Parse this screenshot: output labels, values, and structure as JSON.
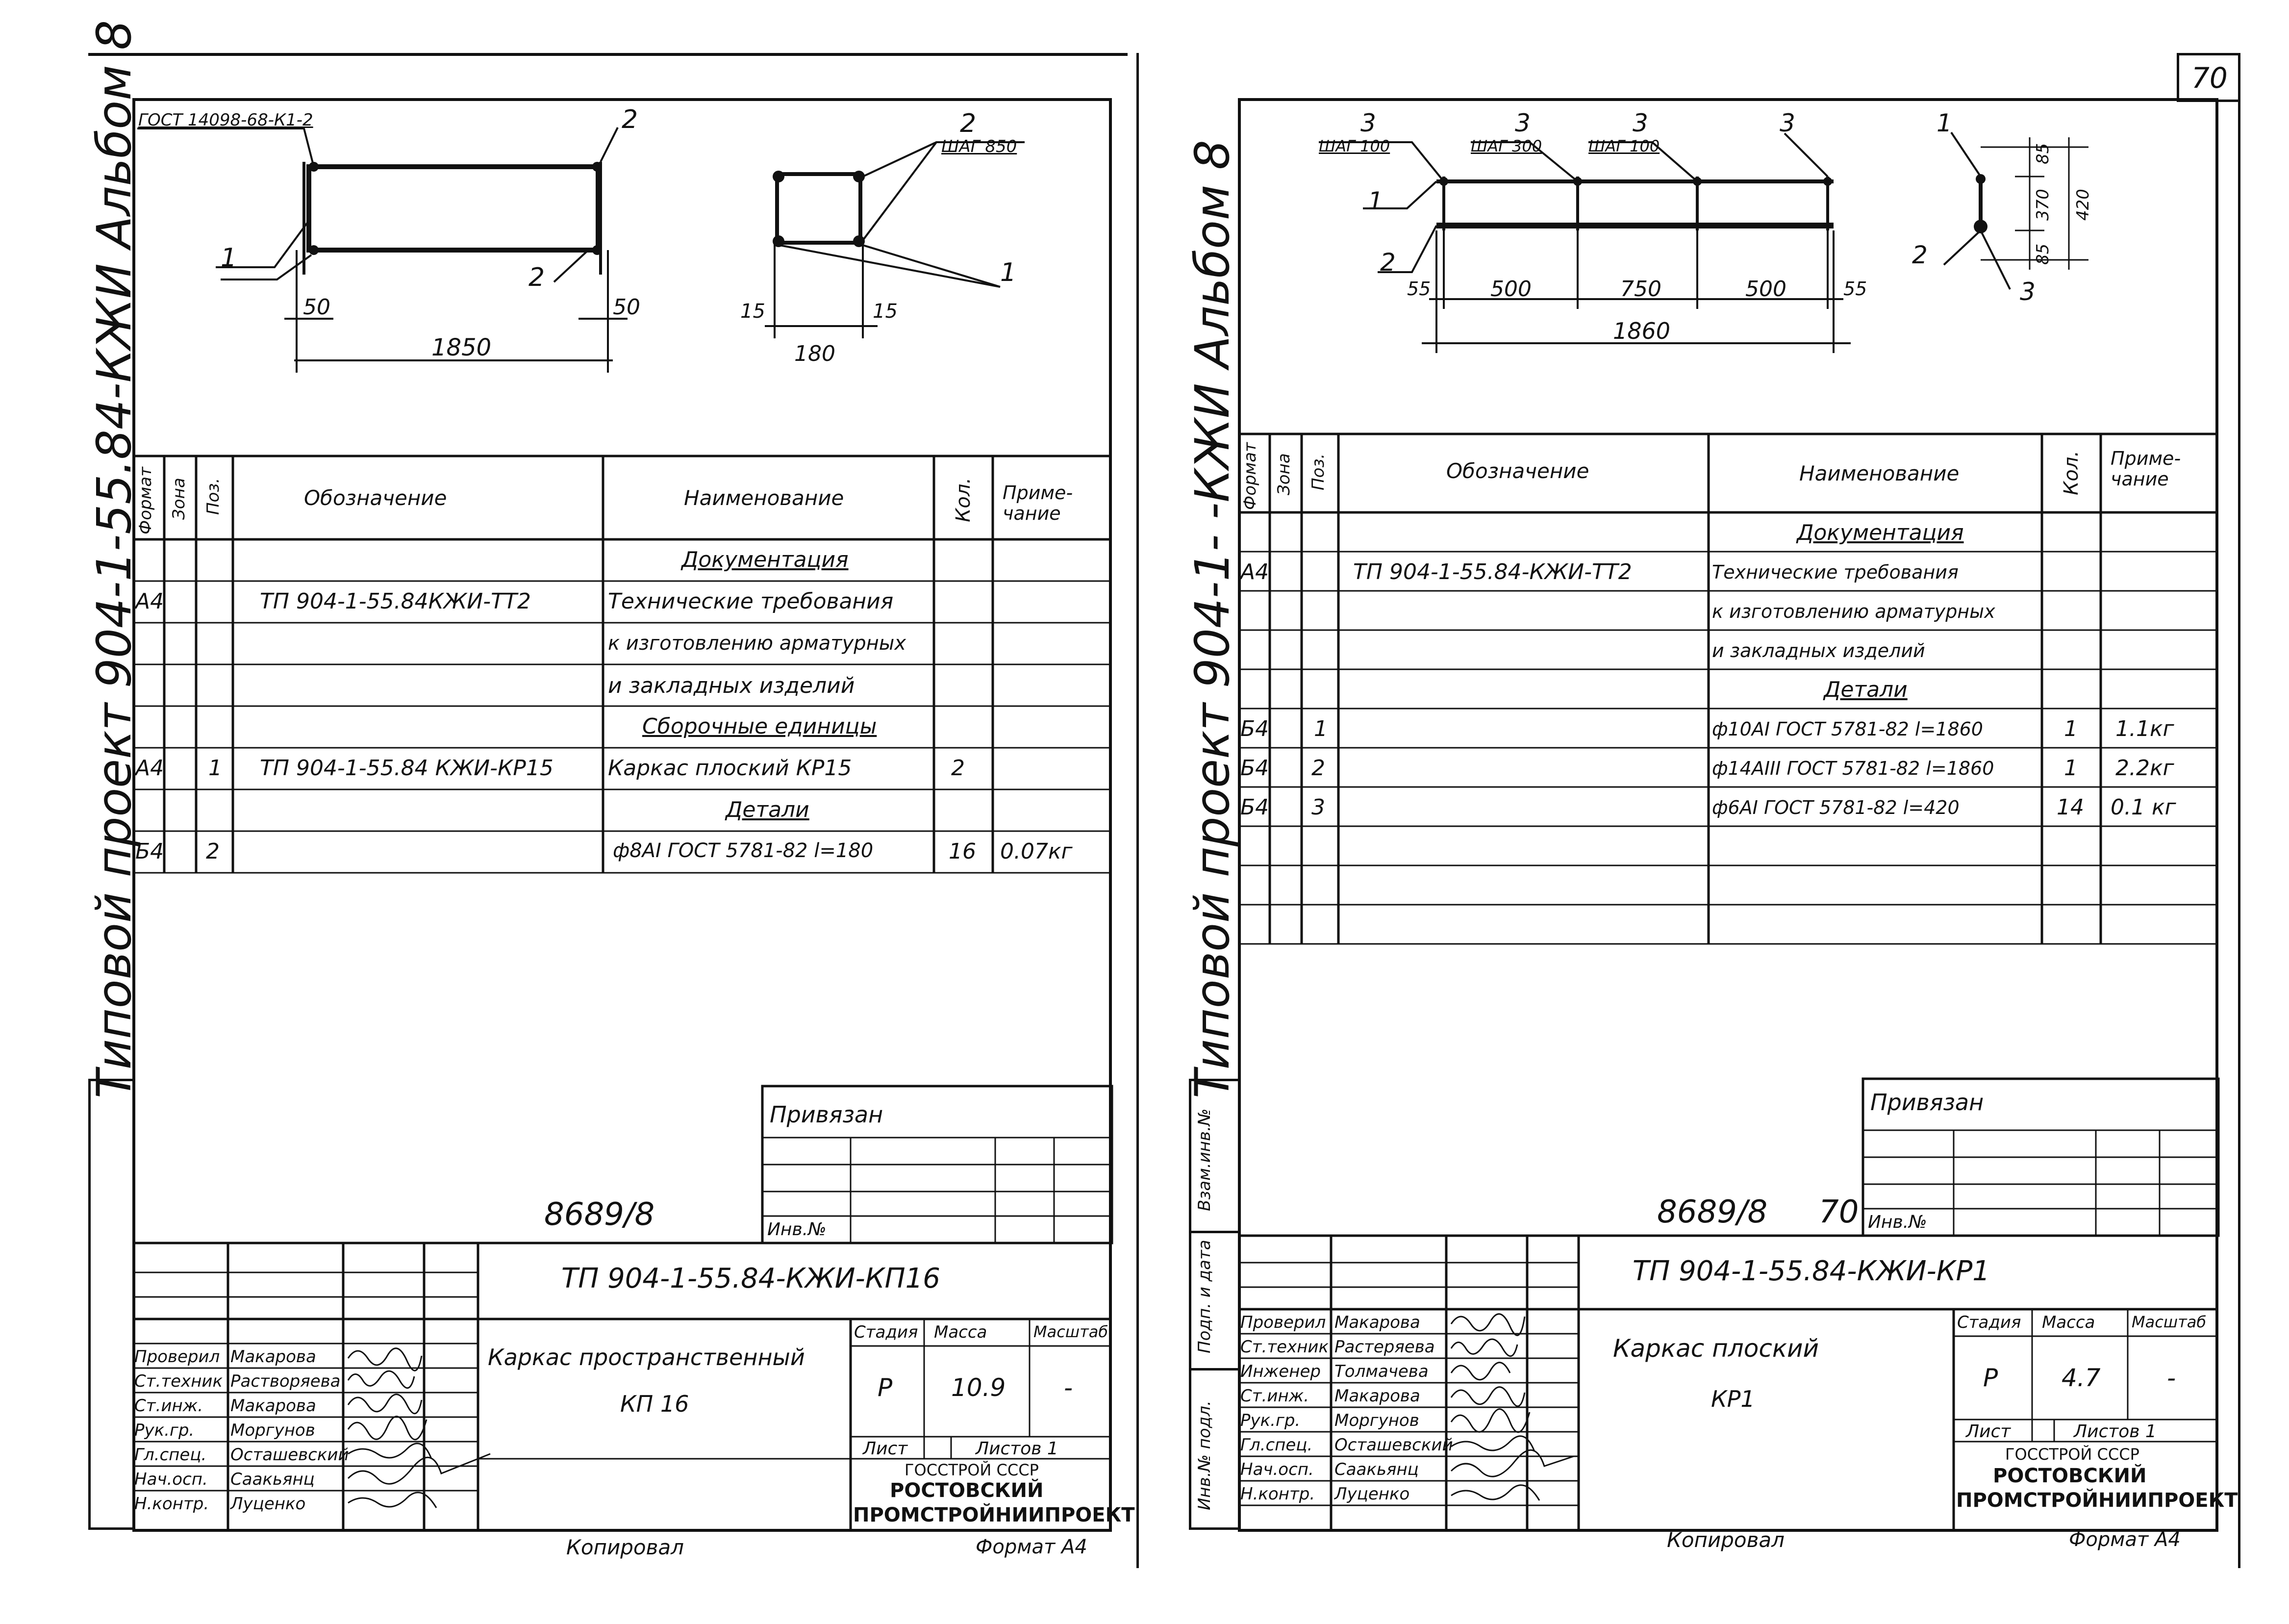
{
  "page_number": "70",
  "left": {
    "side_title": "Типовой проект 904-1-55.84-КЖИ Альбом 8",
    "drawing": {
      "gost_note": "ГОСТ 14098-68-К1-2",
      "callout_1a": "1",
      "callout_2a": "2",
      "callout_2b": "2",
      "callout_2c": "2",
      "step_note": "ШАГ 850",
      "callout_1b": "1",
      "dim_50a": "50",
      "dim_50b": "50",
      "dim_1850": "1850",
      "dim_15a": "15",
      "dim_15b": "15",
      "dim_180": "180"
    },
    "headers": {
      "format": "Формат",
      "zone": "Зона",
      "pos": "Поз.",
      "designation": "Обозначение",
      "name": "Наименование",
      "qty": "Кол.",
      "note": "Приме-чание"
    },
    "rows": [
      {
        "fmt": "",
        "zone": "",
        "pos": "",
        "des": "",
        "name": "Документация",
        "qty": "",
        "note": "",
        "section": true
      },
      {
        "fmt": "А4",
        "zone": "",
        "pos": "",
        "des": "ТП 904-1-55.84КЖИ-ТТ2",
        "name": "Технические требования",
        "qty": "",
        "note": "",
        "section": false
      },
      {
        "fmt": "",
        "zone": "",
        "pos": "",
        "des": "",
        "name": "к изготовлению арматурных",
        "qty": "",
        "note": "",
        "section": false
      },
      {
        "fmt": "",
        "zone": "",
        "pos": "",
        "des": "",
        "name": "и закладных изделий",
        "qty": "",
        "note": "",
        "section": false
      },
      {
        "fmt": "",
        "zone": "",
        "pos": "",
        "des": "",
        "name": "Сборочные единицы",
        "qty": "",
        "note": "",
        "section": true
      },
      {
        "fmt": "А4",
        "zone": "",
        "pos": "1",
        "des": "ТП 904-1-55.84 КЖИ-КР15",
        "name": "Каркас плоский КР15",
        "qty": "2",
        "note": "",
        "section": false
      },
      {
        "fmt": "",
        "zone": "",
        "pos": "",
        "des": "",
        "name": "Детали",
        "qty": "",
        "note": "",
        "section": true
      },
      {
        "fmt": "Б4",
        "zone": "",
        "pos": "2",
        "des": "",
        "name": "ф8АI ГОСТ 5781-82 l=180",
        "qty": "16",
        "note": "0.07кг",
        "section": false
      }
    ],
    "privyazan": "Привязан",
    "inv_no": "Инв.№",
    "sheet_code": "8689/8",
    "tp_code": "ТП 904-1-55.84-КЖИ-КП16",
    "title_1": "Каркас пространственный",
    "title_2": "КП 16",
    "stage_label": "Стадия",
    "mass_label": "Масса",
    "scale_label": "Масштаб",
    "stage": "Р",
    "mass": "10.9",
    "scale": "-",
    "sheet_label": "Лист",
    "sheets_label": "Листов 1",
    "org_1": "ГОССТРОЙ СССР",
    "org_2": "РОСТОВСКИЙ",
    "org_3": "ПРОМСТРОЙНИИПРОЕКТ",
    "people": [
      {
        "role": "Проверил",
        "name": "Макарова"
      },
      {
        "role": "Ст.техник",
        "name": "Растворяева"
      },
      {
        "role": "Ст.инж.",
        "name": "Макарова"
      },
      {
        "role": "Рук.гр.",
        "name": "Моргунов"
      },
      {
        "role": "Гл.спец.",
        "name": "Осташевский"
      },
      {
        "role": "Нач.осп.",
        "name": "Саакьянц"
      },
      {
        "role": "Н.контр.",
        "name": "Луценко"
      }
    ],
    "copied": "Копировал",
    "format": "Формат А4"
  },
  "right": {
    "side_title": "Типовой проект 904-1- -КЖИ Альбом 8",
    "side_cols": [
      "Взам.инв.№",
      "Подп. и дата",
      "Инв.№ подл."
    ],
    "drawing": {
      "c3a": "3",
      "c3a_step": "ШАГ 100",
      "c3b": "3",
      "c3b_step": "ШАГ 300",
      "c3c": "3",
      "c3c_step": "ШАГ 100",
      "c3d": "3",
      "c1": "1",
      "c2": "2",
      "dim_55a": "55",
      "dim_500a": "500",
      "dim_750": "750",
      "dim_500b": "500",
      "dim_55b": "55",
      "dim_1860": "1860",
      "s1": "1",
      "s2": "2",
      "s3": "3",
      "dim_85a": "85",
      "dim_370": "370",
      "dim_420": "420",
      "dim_85b": "85"
    },
    "headers": {
      "format": "Формат",
      "zone": "Зона",
      "pos": "Поз.",
      "designation": "Обозначение",
      "name": "Наименование",
      "qty": "Кол.",
      "note": "Приме-чание"
    },
    "rows": [
      {
        "fmt": "",
        "zone": "",
        "pos": "",
        "des": "",
        "name": "Документация",
        "qty": "",
        "note": "",
        "section": true
      },
      {
        "fmt": "А4",
        "zone": "",
        "pos": "",
        "des": "ТП 904-1-55.84-КЖИ-ТТ2",
        "name": "Технические требования",
        "qty": "",
        "note": "",
        "section": false
      },
      {
        "fmt": "",
        "zone": "",
        "pos": "",
        "des": "",
        "name": "к изготовлению арматурных",
        "qty": "",
        "note": "",
        "section": false
      },
      {
        "fmt": "",
        "zone": "",
        "pos": "",
        "des": "",
        "name": "и закладных изделий",
        "qty": "",
        "note": "",
        "section": false
      },
      {
        "fmt": "",
        "zone": "",
        "pos": "",
        "des": "",
        "name": "Детали",
        "qty": "",
        "note": "",
        "section": true
      },
      {
        "fmt": "Б4",
        "zone": "",
        "pos": "1",
        "des": "",
        "name": "ф10АI ГОСТ 5781-82 l=1860",
        "qty": "1",
        "note": "1.1кг",
        "section": false
      },
      {
        "fmt": "Б4",
        "zone": "",
        "pos": "2",
        "des": "",
        "name": "ф14АIII ГОСТ 5781-82 l=1860",
        "qty": "1",
        "note": "2.2кг",
        "section": false
      },
      {
        "fmt": "Б4",
        "zone": "",
        "pos": "3",
        "des": "",
        "name": "ф6АI ГОСТ 5781-82 l=420",
        "qty": "14",
        "note": "0.1 кг",
        "section": false
      }
    ],
    "privyazan": "Привязан",
    "inv_no": "Инв.№",
    "sheet_code": "8689/8",
    "sheet_num": "70",
    "tp_code": "ТП 904-1-55.84-КЖИ-КР1",
    "title_1": "Каркас плоский",
    "title_2": "КР1",
    "stage_label": "Стадия",
    "mass_label": "Масса",
    "scale_label": "Масштаб",
    "stage": "Р",
    "mass": "4.7",
    "scale": "-",
    "sheet_label": "Лист",
    "sheets_label": "Листов 1",
    "org_1": "ГОССТРОЙ СССР",
    "org_2": "РОСТОВСКИЙ",
    "org_3": "ПРОМСТРОЙНИИПРОЕКТ",
    "people": [
      {
        "role": "Проверил",
        "name": "Макарова"
      },
      {
        "role": "Ст.техник",
        "name": "Растеряева"
      },
      {
        "role": "Инженер",
        "name": "Толмачева"
      },
      {
        "role": "Ст.инж.",
        "name": "Макарова"
      },
      {
        "role": "Рук.гр.",
        "name": "Моргунов"
      },
      {
        "role": "Гл.спец.",
        "name": "Осташевский"
      },
      {
        "role": "Нач.осп.",
        "name": "Саакьянц"
      },
      {
        "role": "Н.контр.",
        "name": "Луценко"
      }
    ],
    "copied": "Копировал",
    "format": "Формат А4"
  }
}
